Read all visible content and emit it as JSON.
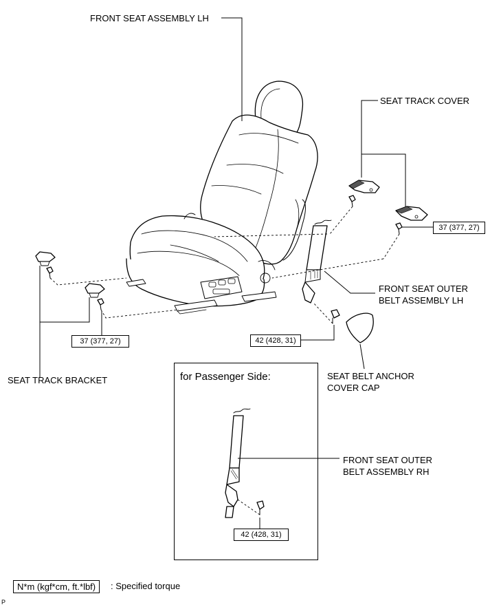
{
  "labels": {
    "front_seat_assembly_lh": "FRONT SEAT ASSEMBLY LH",
    "seat_track_cover": "SEAT TRACK COVER",
    "front_seat_outer_belt_lh_1": "FRONT SEAT OUTER",
    "front_seat_outer_belt_lh_2": "BELT ASSEMBLY LH",
    "seat_track_bracket": "SEAT TRACK BRACKET",
    "seat_belt_anchor_cover_cap_1": "SEAT BELT ANCHOR",
    "seat_belt_anchor_cover_cap_2": "COVER CAP",
    "front_seat_outer_belt_rh_1": "FRONT SEAT OUTER",
    "front_seat_outer_belt_rh_2": "BELT ASSEMBLY RH"
  },
  "torque": {
    "seat_track_cover_bolt": "37 (377, 27)",
    "seat_track_bracket_bolt": "37 (377, 27)",
    "belt_anchor_bolt_lh": "42 (428, 31)",
    "belt_anchor_bolt_rh": "42 (428, 31)"
  },
  "passenger_side_title": "for Passenger Side:",
  "legend": {
    "unit": "N*m (kgf*cm, ft.*lbf)",
    "description": ": Specified torque"
  },
  "figure_code": "P"
}
